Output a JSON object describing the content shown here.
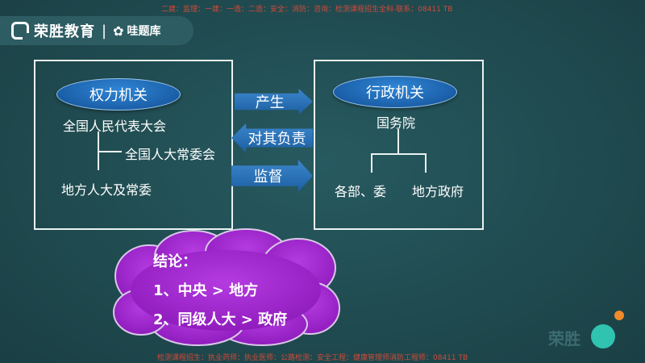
{
  "header": {
    "logo_primary": "荣胜教育",
    "separator": "|",
    "logo_secondary": "哇题库"
  },
  "watermark": {
    "top": "二建：监理：一建：一造：二造：安全：消防：咨询：检测课程招生全科-联系：08411 TB",
    "bottom": "检测课程招生：执业药师：执业医师：公路检测：安全工程：健康管理师消防工程师：08411 TB"
  },
  "left_panel": {
    "title": "权力机关",
    "line1": "全国人民代表大会",
    "line2": "全国人大常委会",
    "line3": "地方人大及常委"
  },
  "right_panel": {
    "title": "行政机关",
    "top": "国务院",
    "branch_left": "各部、委",
    "branch_right": "地方政府"
  },
  "arrows": {
    "produce": "产生",
    "responsible": "对其负责",
    "supervise": "监督"
  },
  "cloud": {
    "heading": "结论：",
    "point1": "1、中央 > 地方",
    "point2": "2、同级人大 > 政府"
  },
  "corner": {
    "brand": "荣胜"
  },
  "colors": {
    "background": "#1f4a4f",
    "oval_blue": "#1b5fa8",
    "arrow_blue": "#2a72b8",
    "cloud_purple": "#9b1fc9",
    "accent_teal": "#2fc3b0",
    "accent_orange": "#f08a2a",
    "watermark_red": "#d04a3a"
  }
}
